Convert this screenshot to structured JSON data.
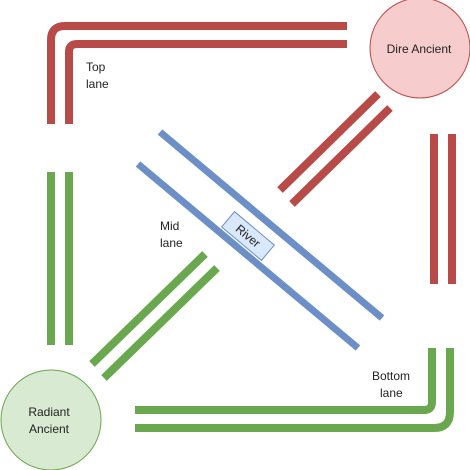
{
  "labels": {
    "top_lane_line1": "Top",
    "top_lane_line2": "lane",
    "mid_lane_line1": "Mid",
    "mid_lane_line2": "lane",
    "bottom_lane_line1": "Bottom",
    "bottom_lane_line2": "lane",
    "river": "River",
    "dire_ancient": "Dire Ancient",
    "radiant_line1": "Radiant",
    "radiant_line2": "Ancient"
  },
  "colors": {
    "dire": "#b84a48",
    "dire_fill": "#f6cccc",
    "radiant": "#6aa84f",
    "radiant_fill": "#d9ead3",
    "river": "#6b8fc6",
    "river_label_fill": "#dae8fc"
  }
}
